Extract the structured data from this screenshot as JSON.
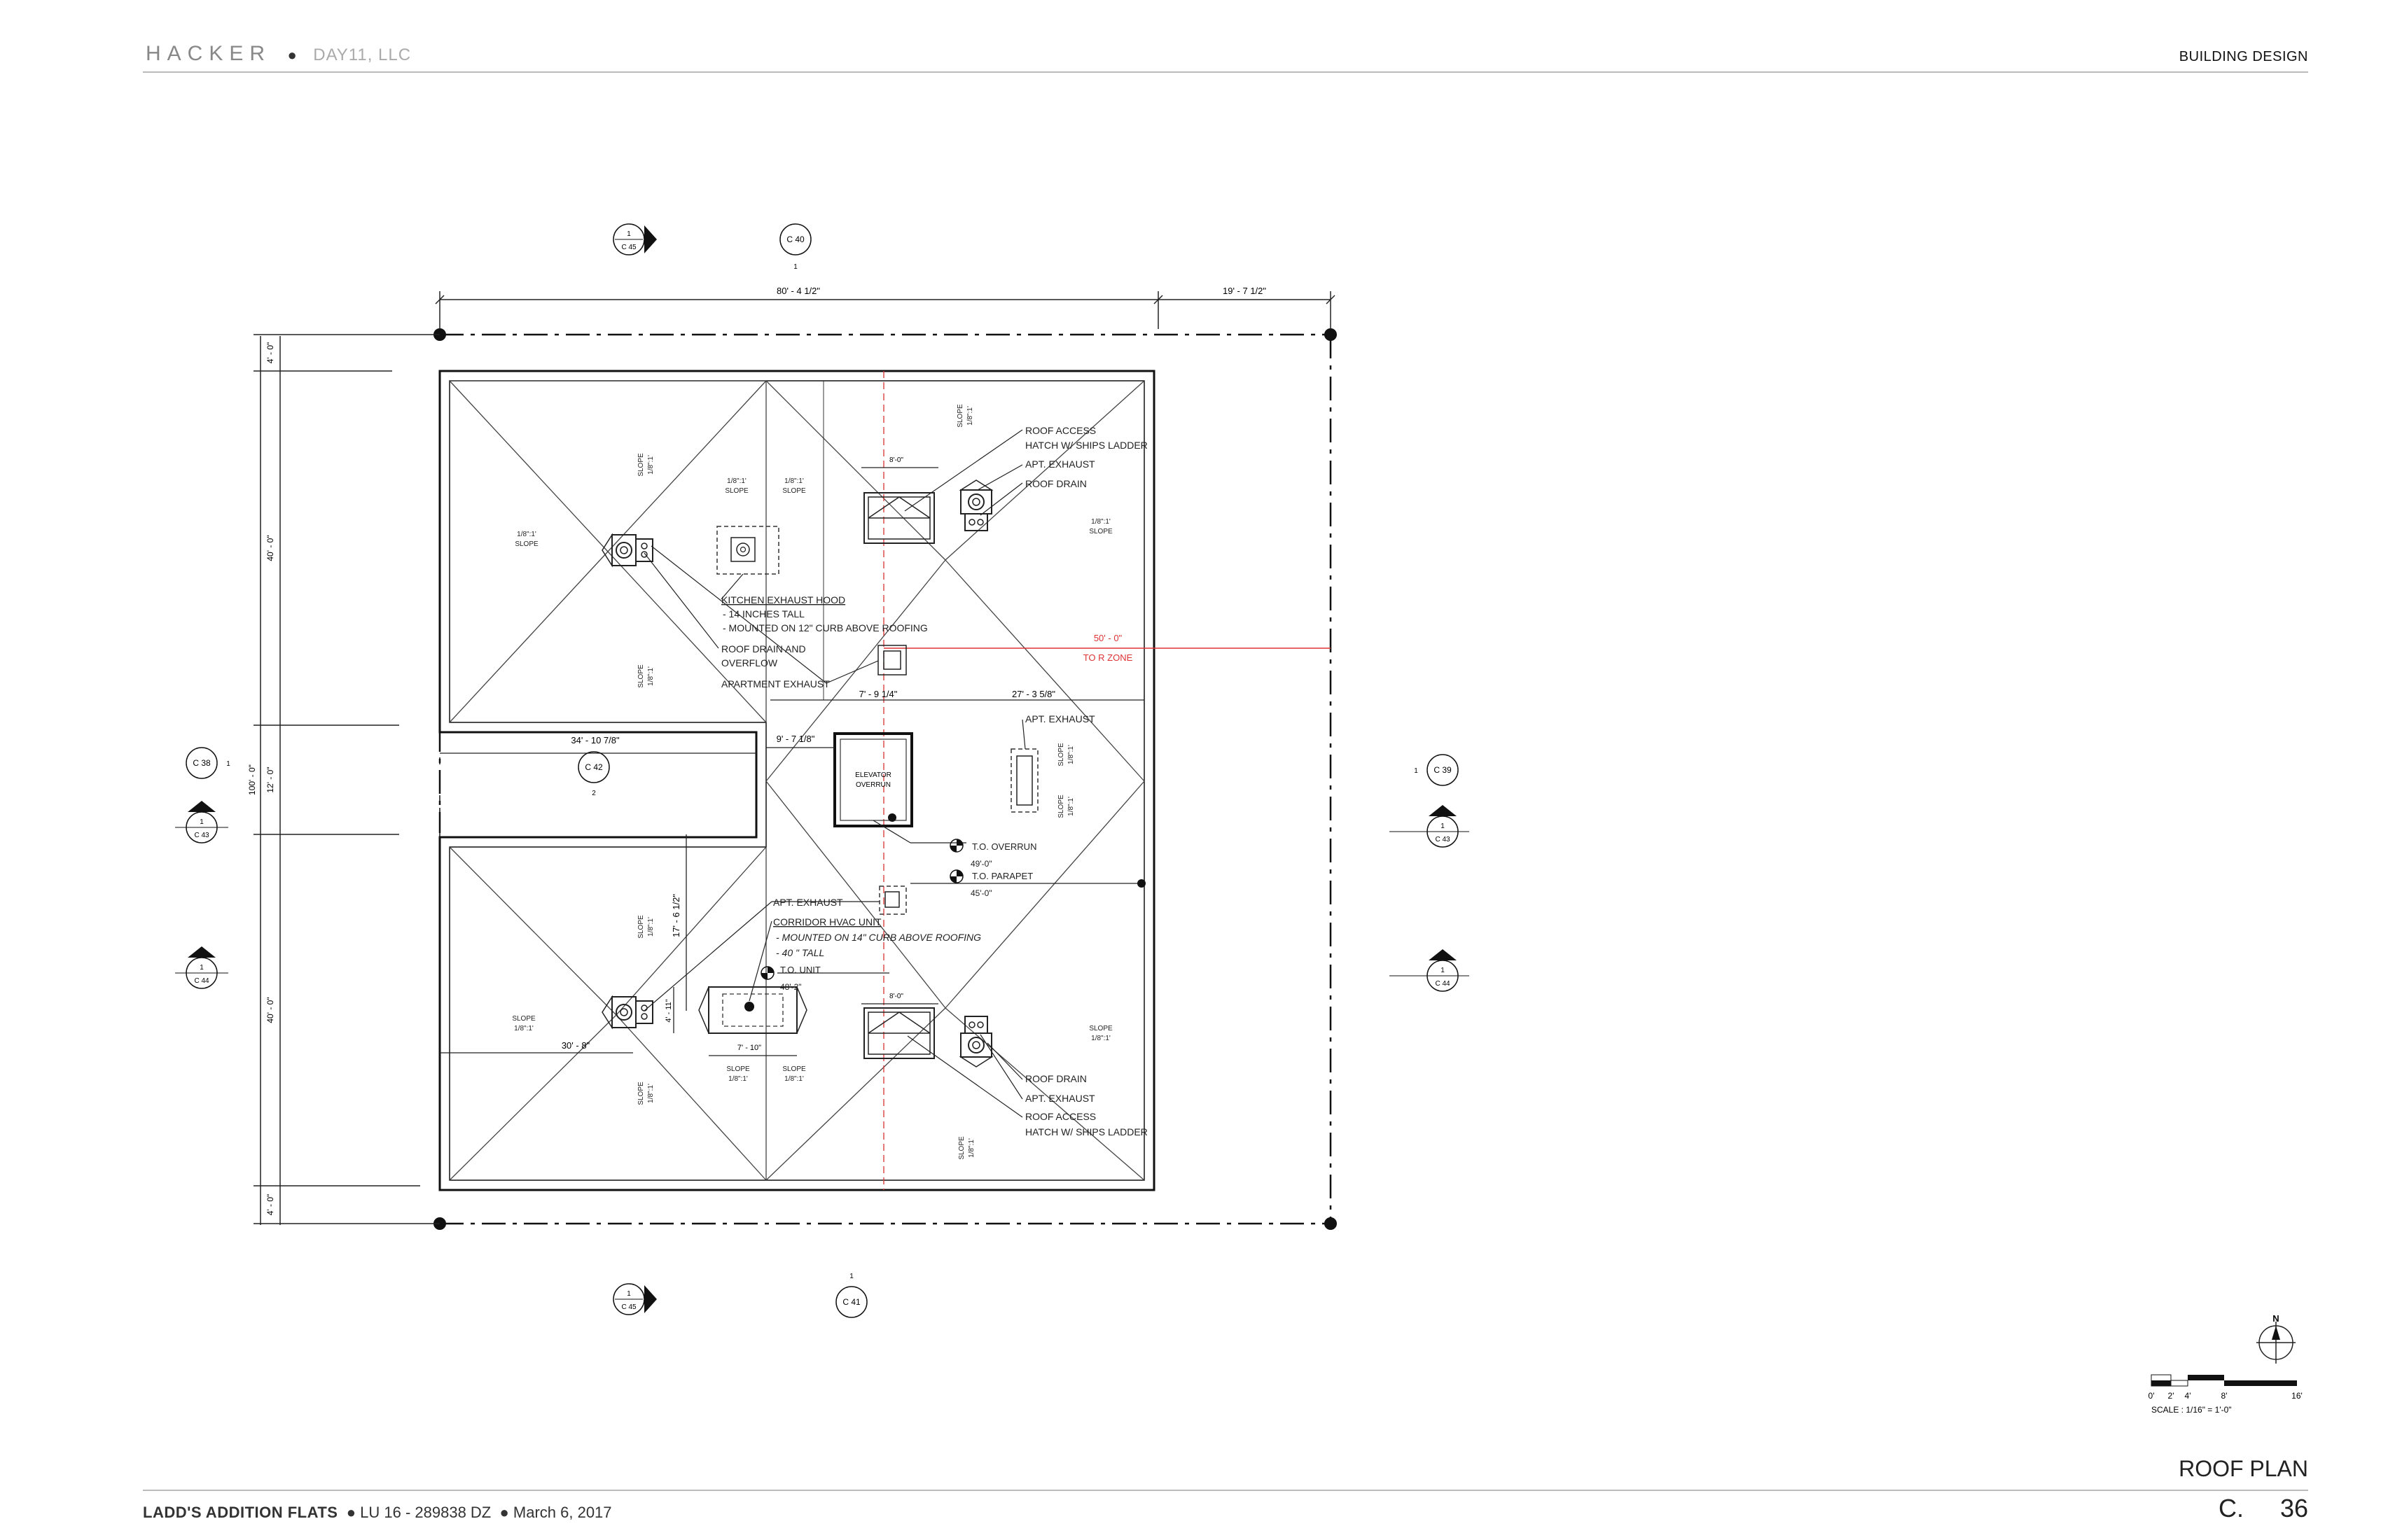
{
  "header": {
    "firm": "HACKER",
    "partner": "DAY11, LLC",
    "discipline": "BUILDING DESIGN"
  },
  "footer": {
    "project": "LADD'S ADDITION FLATS",
    "case": "LU 16 - 289838 DZ",
    "date": "March 6, 2017",
    "sheet_title": "ROOF PLAN",
    "sheet_prefix": "C.",
    "sheet_number": "36"
  },
  "dimensions": {
    "top_main": "80' - 4 1/2\"",
    "top_right": "19' - 7 1/2\"",
    "left_top": "4' - 0\"",
    "left_upper": "40' - 0\"",
    "left_middle": "12' - 0\"",
    "left_overall": "100' - 0\"",
    "left_lower": "40' - 0\"",
    "left_bottom": "4' - 0\"",
    "courtyard": "34' - 10 7/8\"",
    "core_width": "9' - 7 1/8\"",
    "elev_offset": "7' - 9 1/4\"",
    "elev_right": "27' - 3 5/8\"",
    "hvac_height": "17' - 6 1/2\"",
    "lower_left": "30' - 8\"",
    "hvac_width": "7' - 10\"",
    "hvac_depth": "4' - 11\"",
    "hatch_top": "8'-0\"",
    "hatch_bottom": "8'-0\""
  },
  "zone": {
    "dim": "50' - 0\"",
    "label": "TO R ZONE"
  },
  "callouts": {
    "roof_access_1": "ROOF ACCESS",
    "roof_access_2": "HATCH W/ SHIPS LADDER",
    "apt_exhaust": "APT. EXHAUST",
    "roof_drain": "ROOF DRAIN",
    "kitchen_hood": "KITCHEN EXHAUST HOOD",
    "kitchen_hood_1": "- 14 INCHES TALL",
    "kitchen_hood_2": "- MOUNTED ON 12\" CURB ABOVE ROOFING",
    "drain_overflow_1": "ROOF DRAIN AND",
    "drain_overflow_2": "OVERFLOW",
    "apartment_exhaust": "APARTMENT EXHAUST",
    "corridor_hvac": "CORRIDOR HVAC UNIT",
    "corridor_hvac_1": "- MOUNTED ON 14\" CURB ABOVE ROOFING",
    "corridor_hvac_2": "- 40 \" TALL",
    "to_unit": "T.O. UNIT",
    "to_unit_el": "48'-2\"",
    "to_overrun": "T.O. OVERRUN",
    "to_overrun_el": "49'-0\"",
    "to_parapet": "T.O. PARAPET",
    "to_parapet_el": "45'-0\"",
    "elevator_1": "ELEVATOR",
    "elevator_2": "OVERRUN"
  },
  "slope": {
    "word": "SLOPE",
    "ratio": "1/8\":1'"
  },
  "sections": {
    "c45": "C 45",
    "c40": "C 40",
    "c41": "C 41",
    "c38": "C 38",
    "c42": "C 42",
    "c39": "C 39",
    "c43": "C 43",
    "c44": "C 44",
    "one": "1",
    "two": "2"
  },
  "north": "N",
  "scale": {
    "t0": "0'",
    "t2": "2'",
    "t4": "4'",
    "t8": "8'",
    "t16": "16'",
    "label": "SCALE : 1/16\" = 1'-0\""
  }
}
